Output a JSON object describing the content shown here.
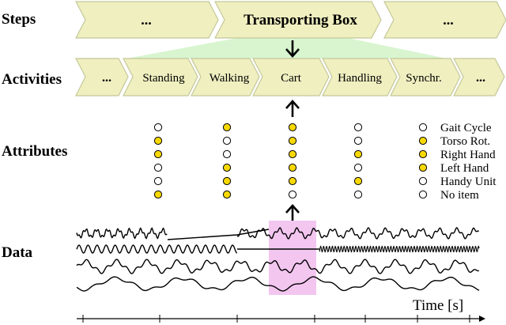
{
  "rows": {
    "steps": "Steps",
    "activities": "Activities",
    "attributes": "Attributes",
    "data": "Data"
  },
  "steps": [
    "...",
    "Transporting Box",
    "..."
  ],
  "activities": [
    "...",
    "Standing",
    "Walking",
    "Cart",
    "Handling",
    "Synchr.",
    "..."
  ],
  "attributes": {
    "labels": [
      "Gait Cycle",
      "Torso Rot.",
      "Right Hand",
      "Left Hand",
      "Handy Unit",
      "No item"
    ],
    "columns": [
      [
        false,
        true,
        true,
        false,
        false,
        true
      ],
      [
        true,
        false,
        false,
        true,
        true,
        true
      ],
      [
        true,
        true,
        true,
        true,
        true,
        false
      ],
      [
        false,
        false,
        true,
        false,
        true,
        false
      ],
      [
        false,
        true,
        true,
        true,
        false,
        false
      ]
    ]
  },
  "time_axis_label": "Time [s]",
  "colors": {
    "chevron_fill": "#efefc0",
    "chevron_stroke": "#c5c89a",
    "highlight_green": "#d8f5d0",
    "highlight_pink": "#f3c6f0",
    "dot_yellow": "#f7d800",
    "ink": "#000000"
  }
}
